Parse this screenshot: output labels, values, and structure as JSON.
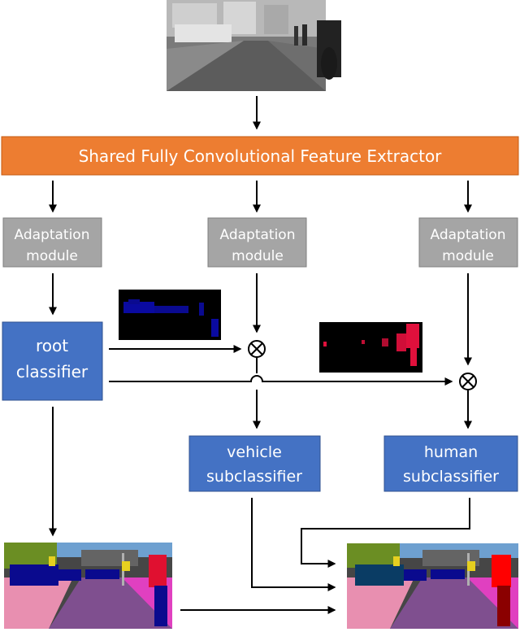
{
  "extractor": {
    "label": "Shared Fully Convolutional Feature Extractor",
    "fill": "#ed7d31"
  },
  "adaptation_modules": [
    {
      "line1": "Adaptation",
      "line2": "module"
    },
    {
      "line1": "Adaptation",
      "line2": "module"
    },
    {
      "line1": "Adaptation",
      "line2": "module"
    }
  ],
  "root_classifier": {
    "line1": "root",
    "line2": "classifier"
  },
  "vehicle_subclassifier": {
    "line1": "vehicle",
    "line2": "subclassifier"
  },
  "human_subclassifier": {
    "line1": "human",
    "line2": "subclassifier"
  },
  "colors": {
    "module_fill": "#a5a5a5",
    "classifier_fill": "#4472c4",
    "arrow": "#000000",
    "seg_road": "#7f4f8f",
    "seg_sidewalk": "#e88fb0",
    "seg_car": "#0a0a8e",
    "seg_person": "#e01030",
    "seg_vegetation": "#6b8e23",
    "seg_building": "#464646",
    "seg_sky": "#6ea0d0"
  }
}
